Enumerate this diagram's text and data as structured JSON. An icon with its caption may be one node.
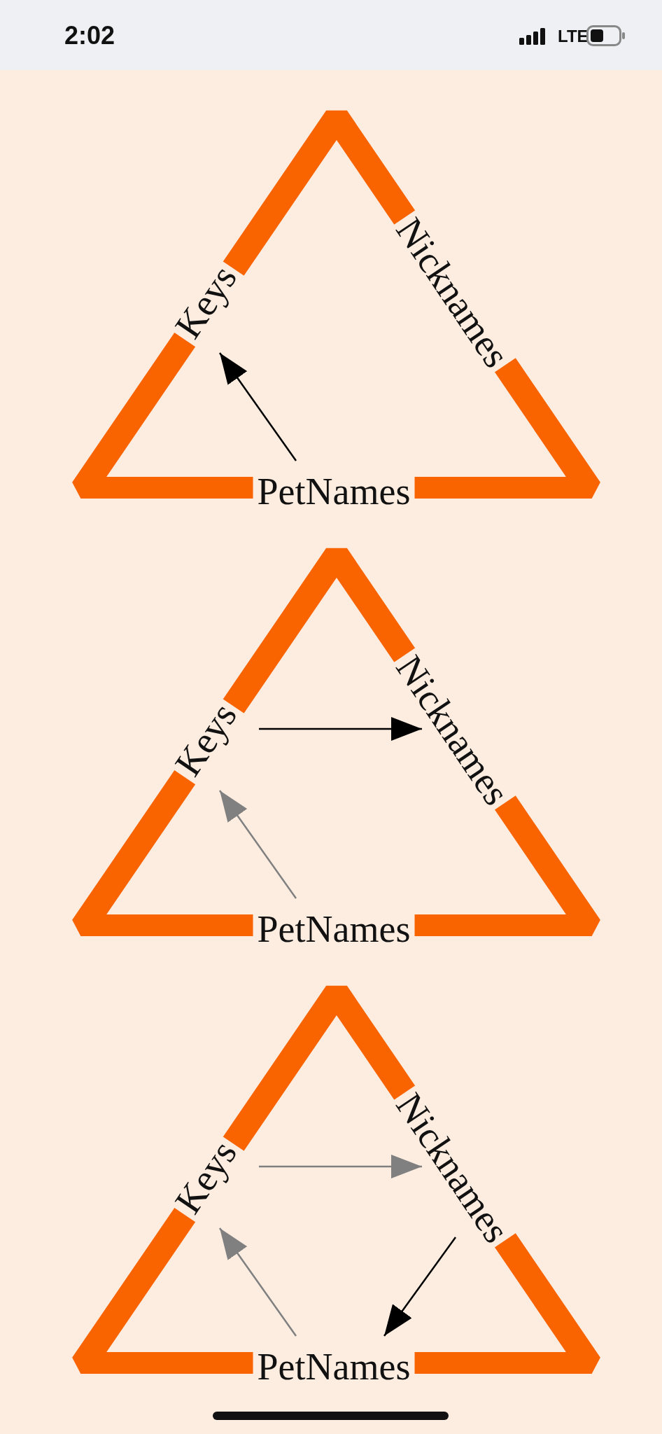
{
  "diagram": {
    "nodes": [
      {
        "text": [
          "Keys"
        ]
      },
      {
        "text": [
          "Nicknames"
        ]
      },
      {
        "text": [
          "PetNames"
        ]
      },
      {
        "text": [
          "Keys"
        ]
      },
      {
        "text": [
          "Nicknames"
        ]
      },
      {
        "text": [
          "PetNames"
        ]
      },
      {
        "text": [
          "Keys"
        ]
      },
      {
        "text": [
          "Nicknames"
        ]
      },
      {
        "text": [
          "PetNames"
        ]
      }
    ],
    "edges": [
      {
        "from": 2,
        "to": 0,
        "arrow": "to"
      },
      {
        "from": 5,
        "to": 3,
        "arrow": "to",
        "color": "#808080"
      },
      {
        "from": 3,
        "to": 4,
        "arrow": "to"
      },
      {
        "from": 8,
        "to": 6,
        "arrow": "to",
        "color": "#808080"
      },
      {
        "from": 6,
        "to": 7,
        "arrow": "to",
        "color": "#808080"
      },
      {
        "from": 7,
        "to": 8,
        "arrow": "to"
      }
    ],
    "labels": [
      "2:02",
      "LTE"
    ]
  }
}
